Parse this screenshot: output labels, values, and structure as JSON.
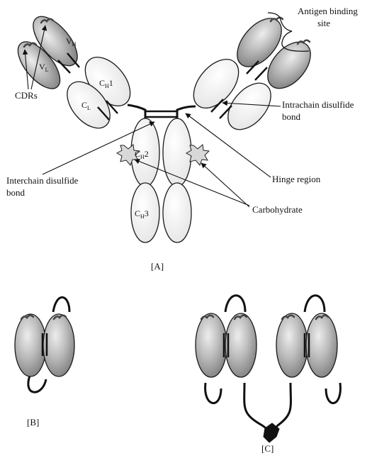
{
  "labels": {
    "antigen_binding_line1": "Antigen binding",
    "antigen_binding_line2": "site",
    "intrachain_line1": "Intrachain disulfide",
    "intrachain_line2": "bond",
    "cdrs": "CDRs",
    "interchain_line1": "Interchain disulfide",
    "interchain_line2": "bond",
    "hinge_region": "Hinge region",
    "carbohydrate": "Carbohydrate"
  },
  "domains": {
    "vh": {
      "main": "V",
      "sub": "H"
    },
    "vl": {
      "main": "V",
      "sub": "L"
    },
    "ch1": {
      "main": "C",
      "sub": "H",
      "suffix": "1"
    },
    "cl": {
      "main": "C",
      "sub": "L"
    },
    "ch2": {
      "main": "C",
      "sub": "H",
      "suffix": "2"
    },
    "ch3": {
      "main": "C",
      "sub": "H",
      "suffix": "3"
    }
  },
  "panels": {
    "a": "[A]",
    "b": "[B]",
    "c": "[C]"
  },
  "colors": {
    "variable_fill": "#9a9a9a",
    "constant_fill": "#eeeeee",
    "outline": "#1a1a1a",
    "cdr": "#555555"
  }
}
